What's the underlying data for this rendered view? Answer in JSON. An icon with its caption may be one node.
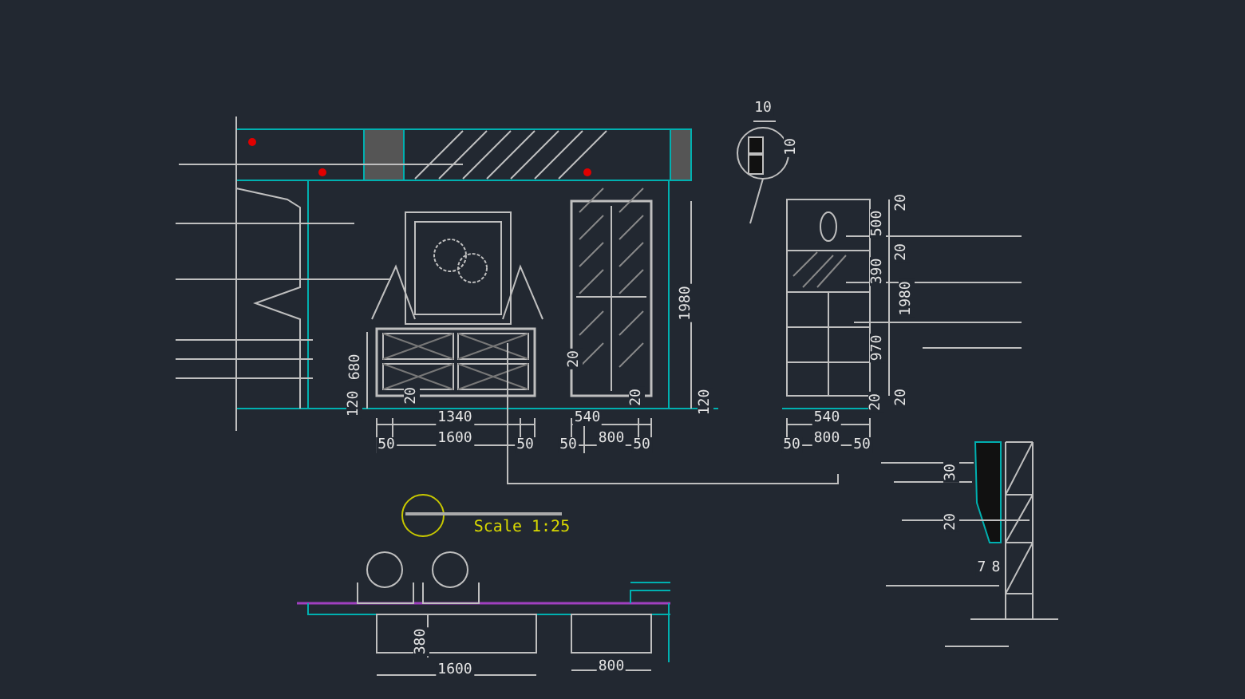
{
  "diagram": {
    "labels": [
      "10",
      "10",
      "20",
      "500",
      "20",
      "390",
      "1980",
      "1980",
      "970",
      "20",
      "680",
      "20",
      "20",
      "20",
      "20",
      "120",
      "120",
      "1340",
      "540",
      "540",
      "1600",
      "800",
      "800",
      "50",
      "50",
      "50",
      "50",
      "50",
      "50",
      "30",
      "Scale 1:25",
      "20",
      "7",
      "8",
      "380",
      "1600",
      "800"
    ]
  }
}
